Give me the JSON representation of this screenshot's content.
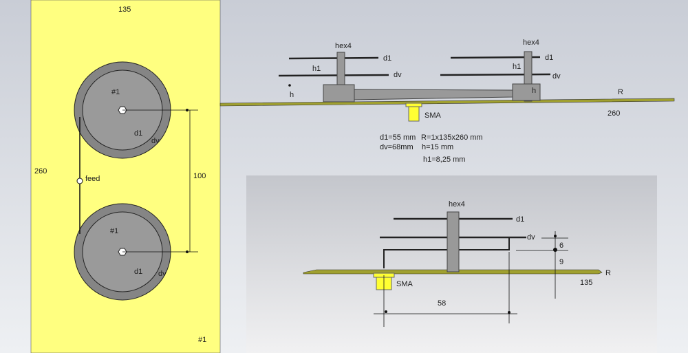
{
  "top_view": {
    "width_label": "135",
    "height_label": "260",
    "spacing_label": "100",
    "feed_label": "feed",
    "element_labels": [
      "#1",
      "#1"
    ],
    "d1_labels": [
      "d1",
      "d1"
    ],
    "dv_labels": [
      "dv",
      "dv"
    ],
    "board_label": "#1"
  },
  "side_view": {
    "hex_labels": [
      "hex4",
      "hex4"
    ],
    "d1_labels": [
      "d1",
      "d1"
    ],
    "dv_labels": [
      "dv",
      "dv"
    ],
    "h1_labels": [
      "h1",
      "h1"
    ],
    "h_labels": [
      "h",
      "h"
    ],
    "reflector_label": "R",
    "length_label": "260",
    "connector_label": "SMA"
  },
  "specs": {
    "d1": "d1=55 mm",
    "dv": "dv=68mm",
    "r": "R=1x135x260 mm",
    "h": "h=15 mm",
    "h1": "h1=8,25 mm"
  },
  "detail_view": {
    "hex_label": "hex4",
    "d1_label": "d1",
    "dv_label": "dv",
    "dim_6": "6",
    "dim_9": "9",
    "reflector_label": "R",
    "width_label": "135",
    "connector_label": "SMA",
    "dim_58": "58"
  },
  "colors": {
    "board": "#ffff80",
    "metal": "#8c8c8c",
    "brass": "#ffff33",
    "pcb": "#8a8a20"
  }
}
